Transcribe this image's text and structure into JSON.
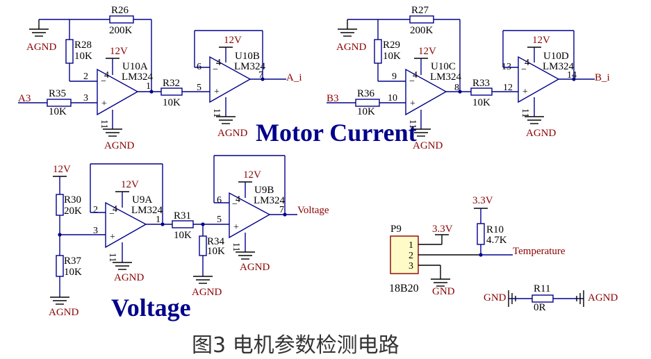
{
  "titles": {
    "motor_current": "Motor Current",
    "voltage": "Voltage"
  },
  "caption": "图3  电机参数检测电路",
  "labels": {
    "agnd": "AGND",
    "gnd": "GND",
    "v12": "12V",
    "v33": "3.3V",
    "a3": "A3",
    "b3": "B3",
    "a_i": "A_i",
    "b_i": "B_i",
    "voltage_net": "Voltage",
    "temperature_net": "Temperature"
  },
  "components": {
    "R26": {
      "ref": "R26",
      "value": "200K"
    },
    "R28": {
      "ref": "R28",
      "value": "10K"
    },
    "R35": {
      "ref": "R35",
      "value": "10K"
    },
    "R32": {
      "ref": "R32",
      "value": "10K"
    },
    "U10A": {
      "ref": "U10A",
      "part": "LM324"
    },
    "U10B": {
      "ref": "U10B",
      "part": "LM324"
    },
    "R27": {
      "ref": "R27",
      "value": "200K"
    },
    "R29": {
      "ref": "R29",
      "value": "10K"
    },
    "R36": {
      "ref": "R36",
      "value": "10K"
    },
    "R33": {
      "ref": "R33",
      "value": "10K"
    },
    "U10C": {
      "ref": "U10C",
      "part": "LM324"
    },
    "U10D": {
      "ref": "U10D",
      "part": "LM324"
    },
    "R30": {
      "ref": "R30",
      "value": "20K"
    },
    "R37": {
      "ref": "R37",
      "value": "10K"
    },
    "R31": {
      "ref": "R31",
      "value": "10K"
    },
    "R34": {
      "ref": "R34",
      "value": "10K"
    },
    "U9A": {
      "ref": "U9A",
      "part": "LM324"
    },
    "U9B": {
      "ref": "U9B",
      "part": "LM324"
    },
    "R10": {
      "ref": "R10",
      "value": "4.7K"
    },
    "R11": {
      "ref": "R11",
      "value": "0R"
    },
    "P9": {
      "ref": "P9",
      "part": "18B20",
      "pins": [
        "1",
        "2",
        "3"
      ]
    }
  },
  "pins": {
    "u10a": {
      "inv": "2",
      "noninv": "3",
      "out": "1",
      "gnd": "11"
    },
    "u10b": {
      "inv": "6",
      "noninv": "5",
      "out": "7",
      "gnd": "11"
    },
    "u10c": {
      "inv": "9",
      "noninv": "10",
      "out": "8",
      "gnd": "11"
    },
    "u10d": {
      "inv": "13",
      "noninv": "12",
      "out": "14",
      "gnd": "11"
    },
    "u9a": {
      "inv": "2",
      "noninv": "3",
      "out": "1",
      "gnd": "11"
    },
    "u9b": {
      "inv": "6",
      "noninv": "5",
      "out": "7",
      "gnd": "11"
    },
    "vcc_pin": "4"
  },
  "symbols": {
    "plus": "+",
    "minus": "−"
  }
}
